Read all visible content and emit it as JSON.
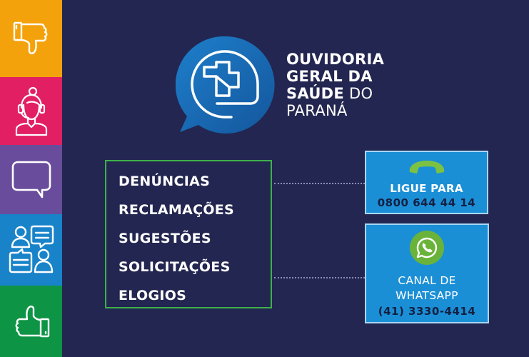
{
  "sidebar": {
    "items": [
      {
        "icon": "thumbs-down-icon",
        "color": "#f4a20b"
      },
      {
        "icon": "call-center-agent-icon",
        "color": "#e21f63"
      },
      {
        "icon": "speech-bubble-icon",
        "color": "#6a4c9c"
      },
      {
        "icon": "conversation-icon",
        "color": "#1983c9"
      },
      {
        "icon": "thumbs-up-icon",
        "color": "#0e9445"
      }
    ]
  },
  "logo": {
    "icon": "health-cross-speech-bubble-icon",
    "title_line1": "OUVIDORIA",
    "title_line2": "GERAL DA",
    "title_line3_bold": "SAÚDE",
    "title_line3_light": " DO",
    "title_line4": "PARANÁ"
  },
  "services": {
    "items": [
      "DENÚNCIAS",
      "RECLAMAÇÕES",
      "SUGESTÕES",
      "SOLICITAÇÕES",
      "ELOGIOS"
    ]
  },
  "phone_card": {
    "icon": "telephone-icon",
    "label": "LIGUE PARA",
    "number": "0800 644 44 14"
  },
  "whatsapp_card": {
    "icon": "whatsapp-icon",
    "label_line1": "CANAL DE",
    "label_line2": "WHATSAPP",
    "number": "(41) 3330-4414"
  },
  "colors": {
    "background": "#232650",
    "card_blue": "#1b8fd6",
    "list_border_green": "#3db24b",
    "phone_green": "#7cc242",
    "whatsapp_green": "#6ab33a",
    "logo_blue": "#1a6fb8"
  }
}
